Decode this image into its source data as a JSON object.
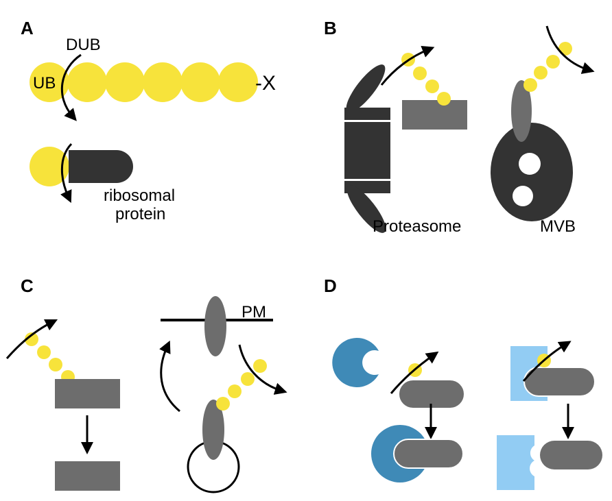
{
  "panels": {
    "a": {
      "letter": "A",
      "dub_label": "DUB",
      "ub_label": "UB",
      "x_label": "-X",
      "ribosomal_line1": "ribosomal",
      "ribosomal_line2": "protein"
    },
    "b": {
      "letter": "B",
      "proteasome_label": "Proteasome",
      "mvb_label": "MVB"
    },
    "c": {
      "letter": "C",
      "pm_label": "PM"
    },
    "d": {
      "letter": "D"
    }
  },
  "colors": {
    "ubiquitin": "#f7e33b",
    "dark": "#333333",
    "gray": "#6d6d6d",
    "teal_blue": "#3f8ab7",
    "light_blue": "#92ccf3",
    "black": "#000000"
  }
}
